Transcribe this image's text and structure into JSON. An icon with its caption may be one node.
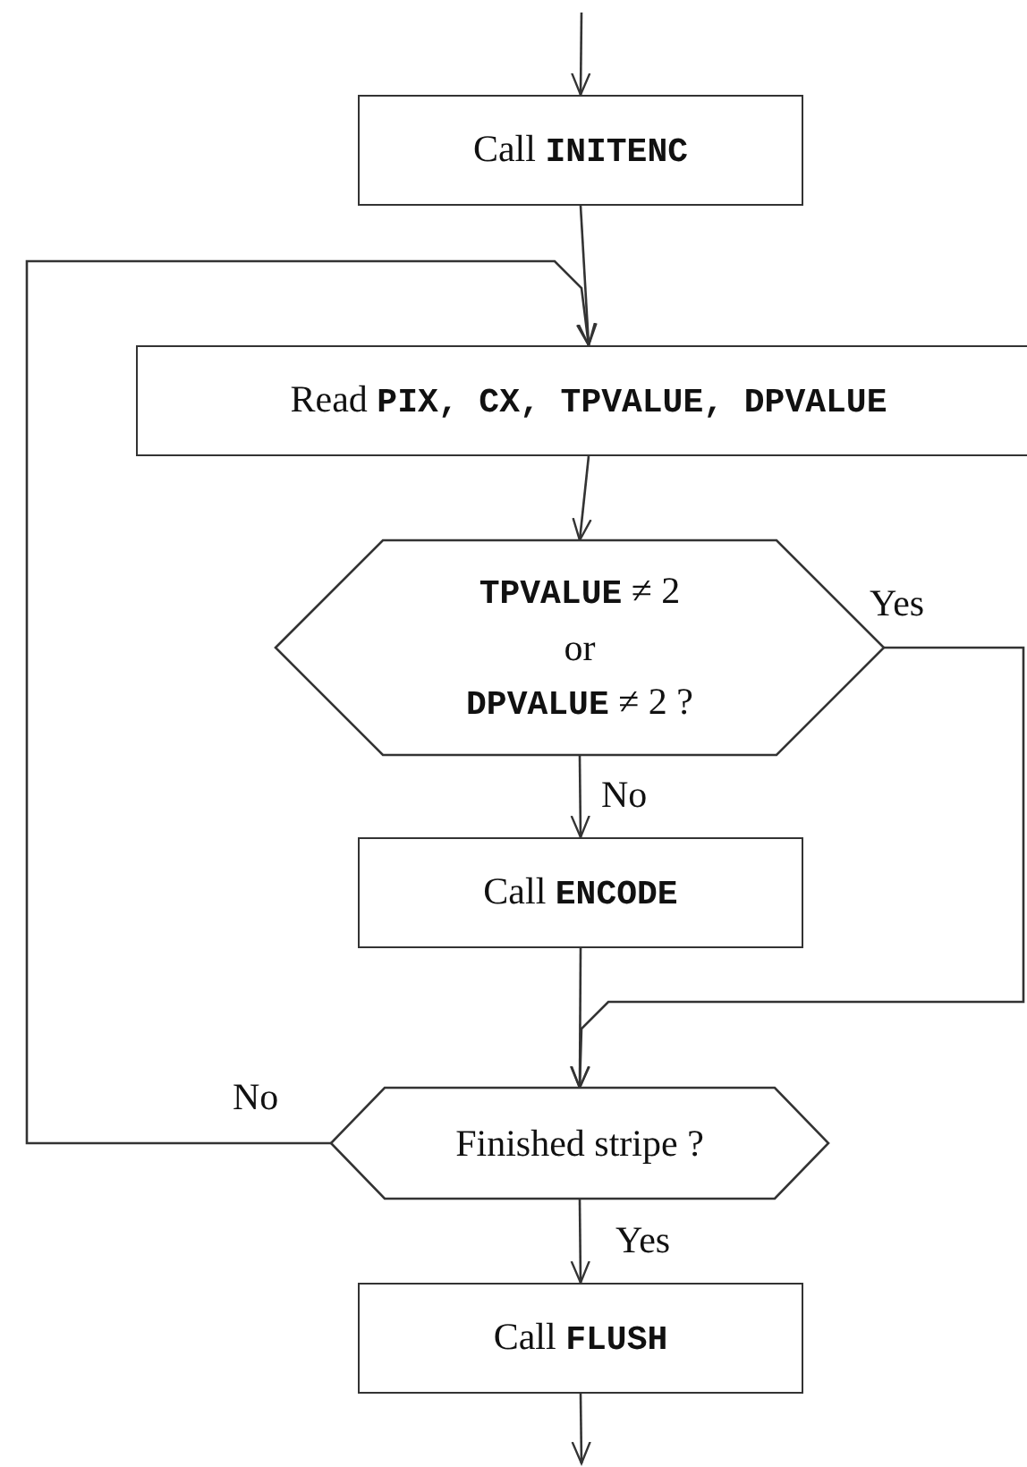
{
  "diagram": {
    "nodes": [
      {
        "text": [
          "Call **INITENC**"
        ]
      },
      {
        "text": [
          "Read **PIX, CX, TPVALUE, DPVALUE**"
        ]
      },
      {
        "text": [
          "**TPVALUE** ≠ 2",
          "or",
          "**DPVALUE** ≠ 2 ?"
        ]
      },
      {
        "text": [
          "Call **ENCODE**"
        ]
      },
      {
        "text": [
          "Finished stripe ?"
        ]
      },
      {
        "text": [
          "Call **FLUSH**"
        ]
      }
    ],
    "edges": [
      {
        "from": null,
        "to": 0,
        "arrow": "to"
      },
      {
        "from": 0,
        "to": 1,
        "arrow": "to"
      },
      {
        "from": 4,
        "to": 1,
        "arrow": "to",
        "label": "No"
      },
      {
        "from": 1,
        "to": 2,
        "arrow": "to"
      },
      {
        "from": 2,
        "to": 3,
        "arrow": "to",
        "label": "No"
      },
      {
        "from": 2,
        "to": 4,
        "arrow": "to",
        "label": "Yes"
      },
      {
        "from": 3,
        "to": 4,
        "arrow": "to"
      },
      {
        "from": 4,
        "to": 5,
        "arrow": "to",
        "label": "Yes"
      },
      {
        "from": 5,
        "to": null,
        "arrow": "to"
      }
    ]
  }
}
